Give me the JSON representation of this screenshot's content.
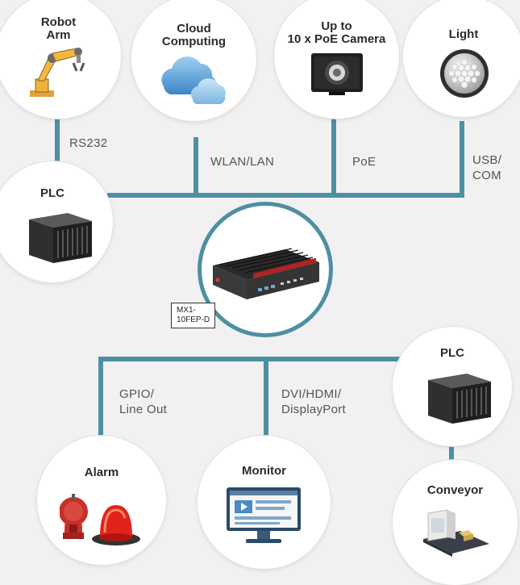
{
  "nodes": {
    "robot_arm": {
      "title_line1": "Robot",
      "title_line2": "Arm",
      "icon": "robot-arm-icon"
    },
    "cloud": {
      "title_line1": "Cloud",
      "title_line2": "Computing",
      "icon": "cloud-icon"
    },
    "camera": {
      "title_line1": "Up to",
      "title_line2": "10 x PoE Camera",
      "icon": "camera-icon"
    },
    "light": {
      "title": "Light",
      "icon": "light-icon"
    },
    "plc_left": {
      "title": "PLC",
      "icon": "plc-box-icon"
    },
    "plc_right": {
      "title": "PLC",
      "icon": "plc-box-icon"
    },
    "alarm": {
      "title": "Alarm",
      "icon": "alarm-icon"
    },
    "monitor": {
      "title": "Monitor",
      "icon": "monitor-icon"
    },
    "conveyor": {
      "title": "Conveyor",
      "icon": "conveyor-icon"
    },
    "center": {
      "tag_line1": "MX1-",
      "tag_line2": "10FEP-D",
      "icon": "fanless-pc-icon"
    }
  },
  "links": {
    "rs232": "RS232",
    "wlan": "WLAN/LAN",
    "poe": "PoE",
    "usb_line1": "USB/",
    "usb_line2": "COM",
    "gpio_line1": "GPIO/",
    "gpio_line2": "Line Out",
    "dvi_line1": "DVI/HDMI/",
    "dvi_line2": "DisplayPort"
  },
  "colors": {
    "wire": "#4d8fa3",
    "background": "#f1f1f1",
    "node_fill": "#ffffff"
  }
}
